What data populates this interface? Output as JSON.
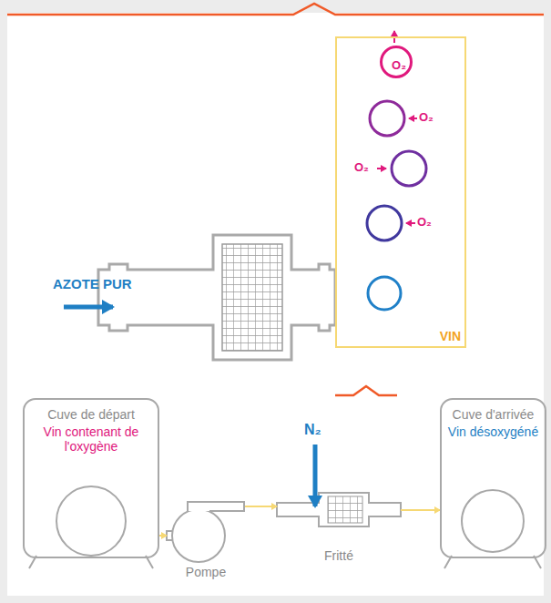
{
  "diagram": {
    "nodes": [
      {
        "text": [
          "VIN"
        ]
      },
      {
        "text": [
          "O₂"
        ],
        "in": 0
      },
      {
        "text": [
          "Cuve de départ",
          "Vin contenant de l'oxygène"
        ]
      },
      {
        "text": [
          "Pompe"
        ]
      },
      {
        "text": [
          "Fritté"
        ]
      },
      {
        "text": [
          "Cuve d'arrivée",
          "Vin désoxygéné"
        ]
      }
    ],
    "edges": [
      {
        "from": 2,
        "to": 3,
        "arrow": "to"
      },
      {
        "from": 3,
        "to": 4,
        "arrow": "to"
      },
      {
        "from": 4,
        "to": 5,
        "arrow": "to"
      }
    ],
    "labels": [
      "O₂",
      "O₂",
      "O₂",
      "AZOTE PUR",
      "N₂"
    ]
  }
}
